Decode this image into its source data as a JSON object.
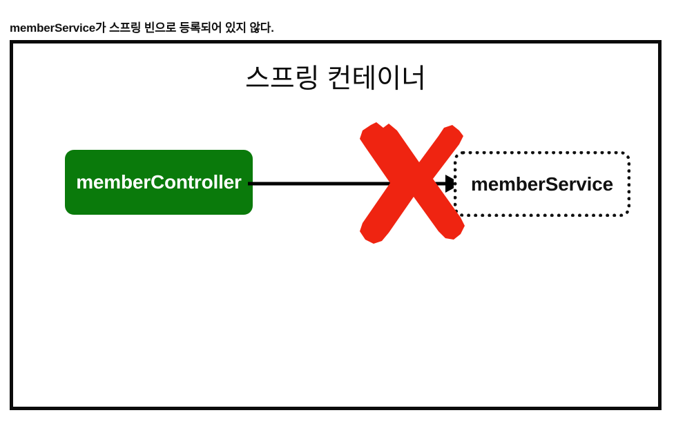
{
  "caption": {
    "text": "memberService가 스프링 빈으로 등록되어 있지 않다."
  },
  "diagram": {
    "title": "스프링 컨테이너",
    "nodes": [
      {
        "id": "member-controller",
        "label": "memberController",
        "style": "solid-filled",
        "fill": "#0a7a0b",
        "text_color": "#ffffff"
      },
      {
        "id": "member-service",
        "label": "memberService",
        "style": "dotted-outline",
        "fill": "#ffffff",
        "text_color": "#111111",
        "border_color": "#111111"
      }
    ],
    "edges": [
      {
        "id": "controller-to-service",
        "from": "member-controller",
        "to": "member-service",
        "arrow": "right",
        "color": "#000000"
      }
    ],
    "annotations": [
      {
        "id": "x-mark",
        "kind": "cross-out",
        "color": "#ef2411",
        "meaning": "dependency-not-registered"
      }
    ],
    "frame": {
      "border_color": "#0b0b0b",
      "background": "#ffffff"
    }
  }
}
